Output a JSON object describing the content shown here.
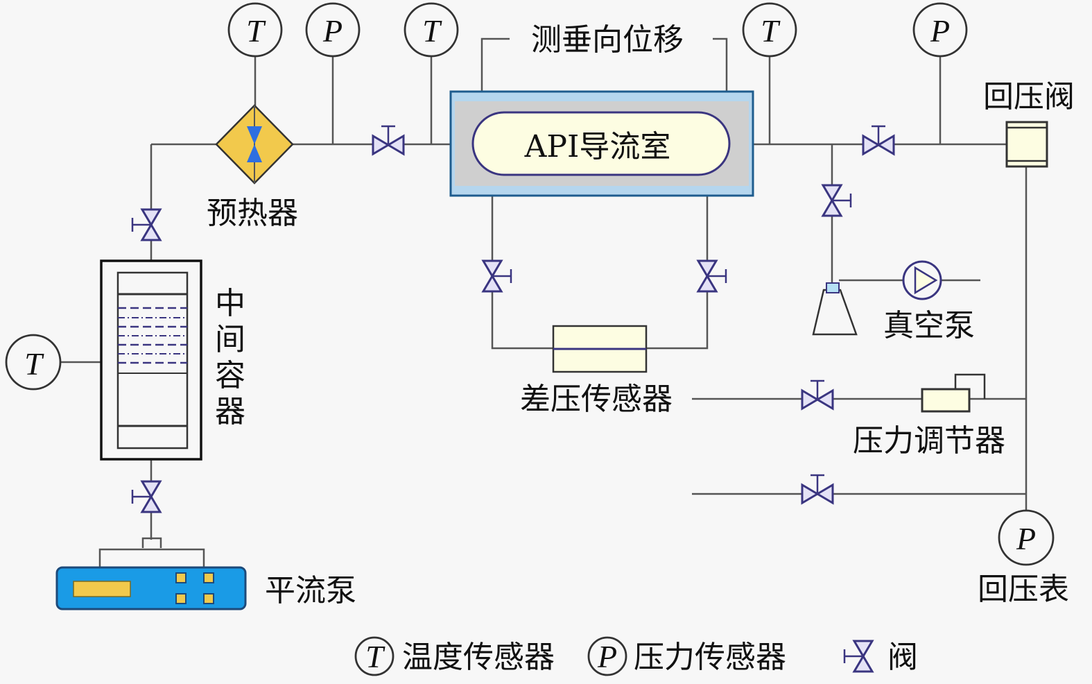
{
  "title": "API导流室实验装置流程图",
  "colors": {
    "pipe": "#555555",
    "valve_stroke": "#3a3580",
    "chamber_border": "#1e6fae",
    "chamber_fill": "#cfcfcf",
    "chamber_inner_fill": "#fdfde2",
    "preheater_fill": "#f2c94c",
    "pump_fill": "#1a9be6",
    "pump_display": "#f2c94c",
    "device_fill": "#fdfde2"
  },
  "components": {
    "chamber": "API导流室",
    "displacement": "测垂向位移",
    "preheater": "预热器",
    "container": "中间容器",
    "pump": "平流泵",
    "dp_sensor": "差压传感器",
    "vacuum_pump": "真空泵",
    "bp_valve": "回压阀",
    "pressure_regulator": "压力调节器",
    "bp_gauge": "回压表"
  },
  "instruments": {
    "t": "T",
    "p": "P"
  },
  "legend": {
    "temp_symbol": "T",
    "temp_label": "温度传感器",
    "pressure_symbol": "P",
    "pressure_label": "压力传感器",
    "valve_label": "阀"
  }
}
